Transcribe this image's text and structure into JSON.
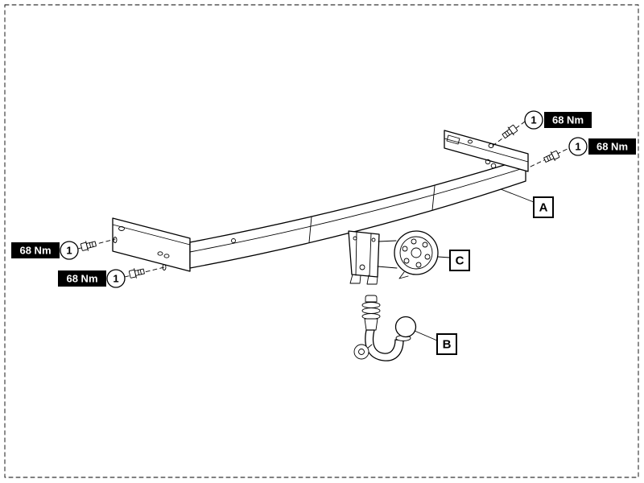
{
  "figure": {
    "type": "towbar-installation-diagram",
    "background": "#ffffff",
    "line_color": "#000000",
    "callout_style": {
      "bg": "#000000",
      "text_color": "#ffffff",
      "badge_bg": "#ffffff",
      "badge_text_color": "#000000"
    },
    "callouts": [
      {
        "badge": "1",
        "label": "68 Nm",
        "position": "upper-right"
      },
      {
        "badge": "1",
        "label": "68 Nm",
        "position": "right"
      },
      {
        "badge": "1",
        "label": "68 Nm",
        "position": "left"
      },
      {
        "badge": "1",
        "label": "68 Nm",
        "position": "lower-left"
      }
    ],
    "part_labels": [
      {
        "letter": "A",
        "points_to": "crossbar"
      },
      {
        "letter": "B",
        "points_to": "towball"
      },
      {
        "letter": "C",
        "points_to": "mounting-plate"
      }
    ]
  }
}
